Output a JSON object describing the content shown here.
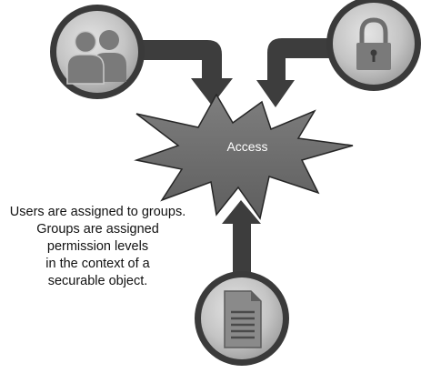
{
  "center": {
    "label": "Access"
  },
  "nodes": {
    "users": {
      "icon": "users-group-icon"
    },
    "permissions": {
      "icon": "padlock-icon"
    },
    "securable_object": {
      "icon": "document-icon"
    }
  },
  "caption": {
    "lines": [
      "Users are assigned to groups.",
      "Groups are assigned",
      "permission levels",
      "in the context of a",
      "securable object."
    ]
  },
  "colors": {
    "arrow": "#3d3d3d",
    "starburst": "#6e6e6e",
    "circle_outer": "#3a3a3a",
    "circle_inner": "#bdbdbd",
    "icon_fill": "#7a7a7a",
    "label_text": "#ffffff"
  }
}
